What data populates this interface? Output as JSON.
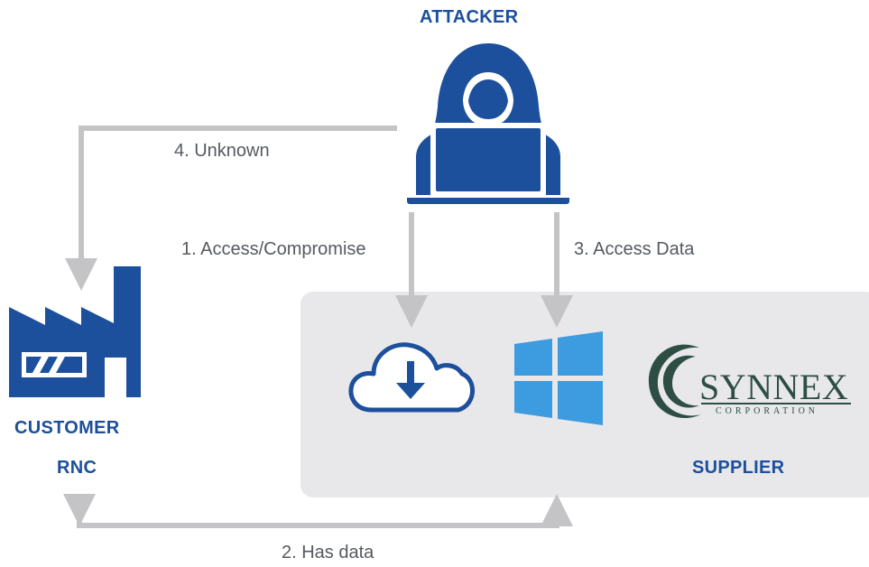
{
  "attacker": {
    "label": "ATTACKER",
    "icon": "hooded-attacker-icon"
  },
  "customer": {
    "label": "CUSTOMER",
    "name": "RNC",
    "icon": "factory-icon"
  },
  "supplier": {
    "label": "SUPPLIER",
    "icons": [
      "cloud-download-icon",
      "windows-logo-icon"
    ],
    "logo": {
      "name": "SYNNEX",
      "sub": "CORPORATION"
    }
  },
  "flows": [
    {
      "label": "1. Access/Compromise"
    },
    {
      "label": "2. Has data"
    },
    {
      "label": "3. Access Data"
    },
    {
      "label": "4. Unknown"
    }
  ],
  "colors": {
    "brand_blue": "#1c4f9c",
    "arrow_gray": "#c4c4c6",
    "panel_gray": "#e8e8ea",
    "windows_blue": "#3d9be0",
    "synnex_green": "#2e4e44"
  }
}
